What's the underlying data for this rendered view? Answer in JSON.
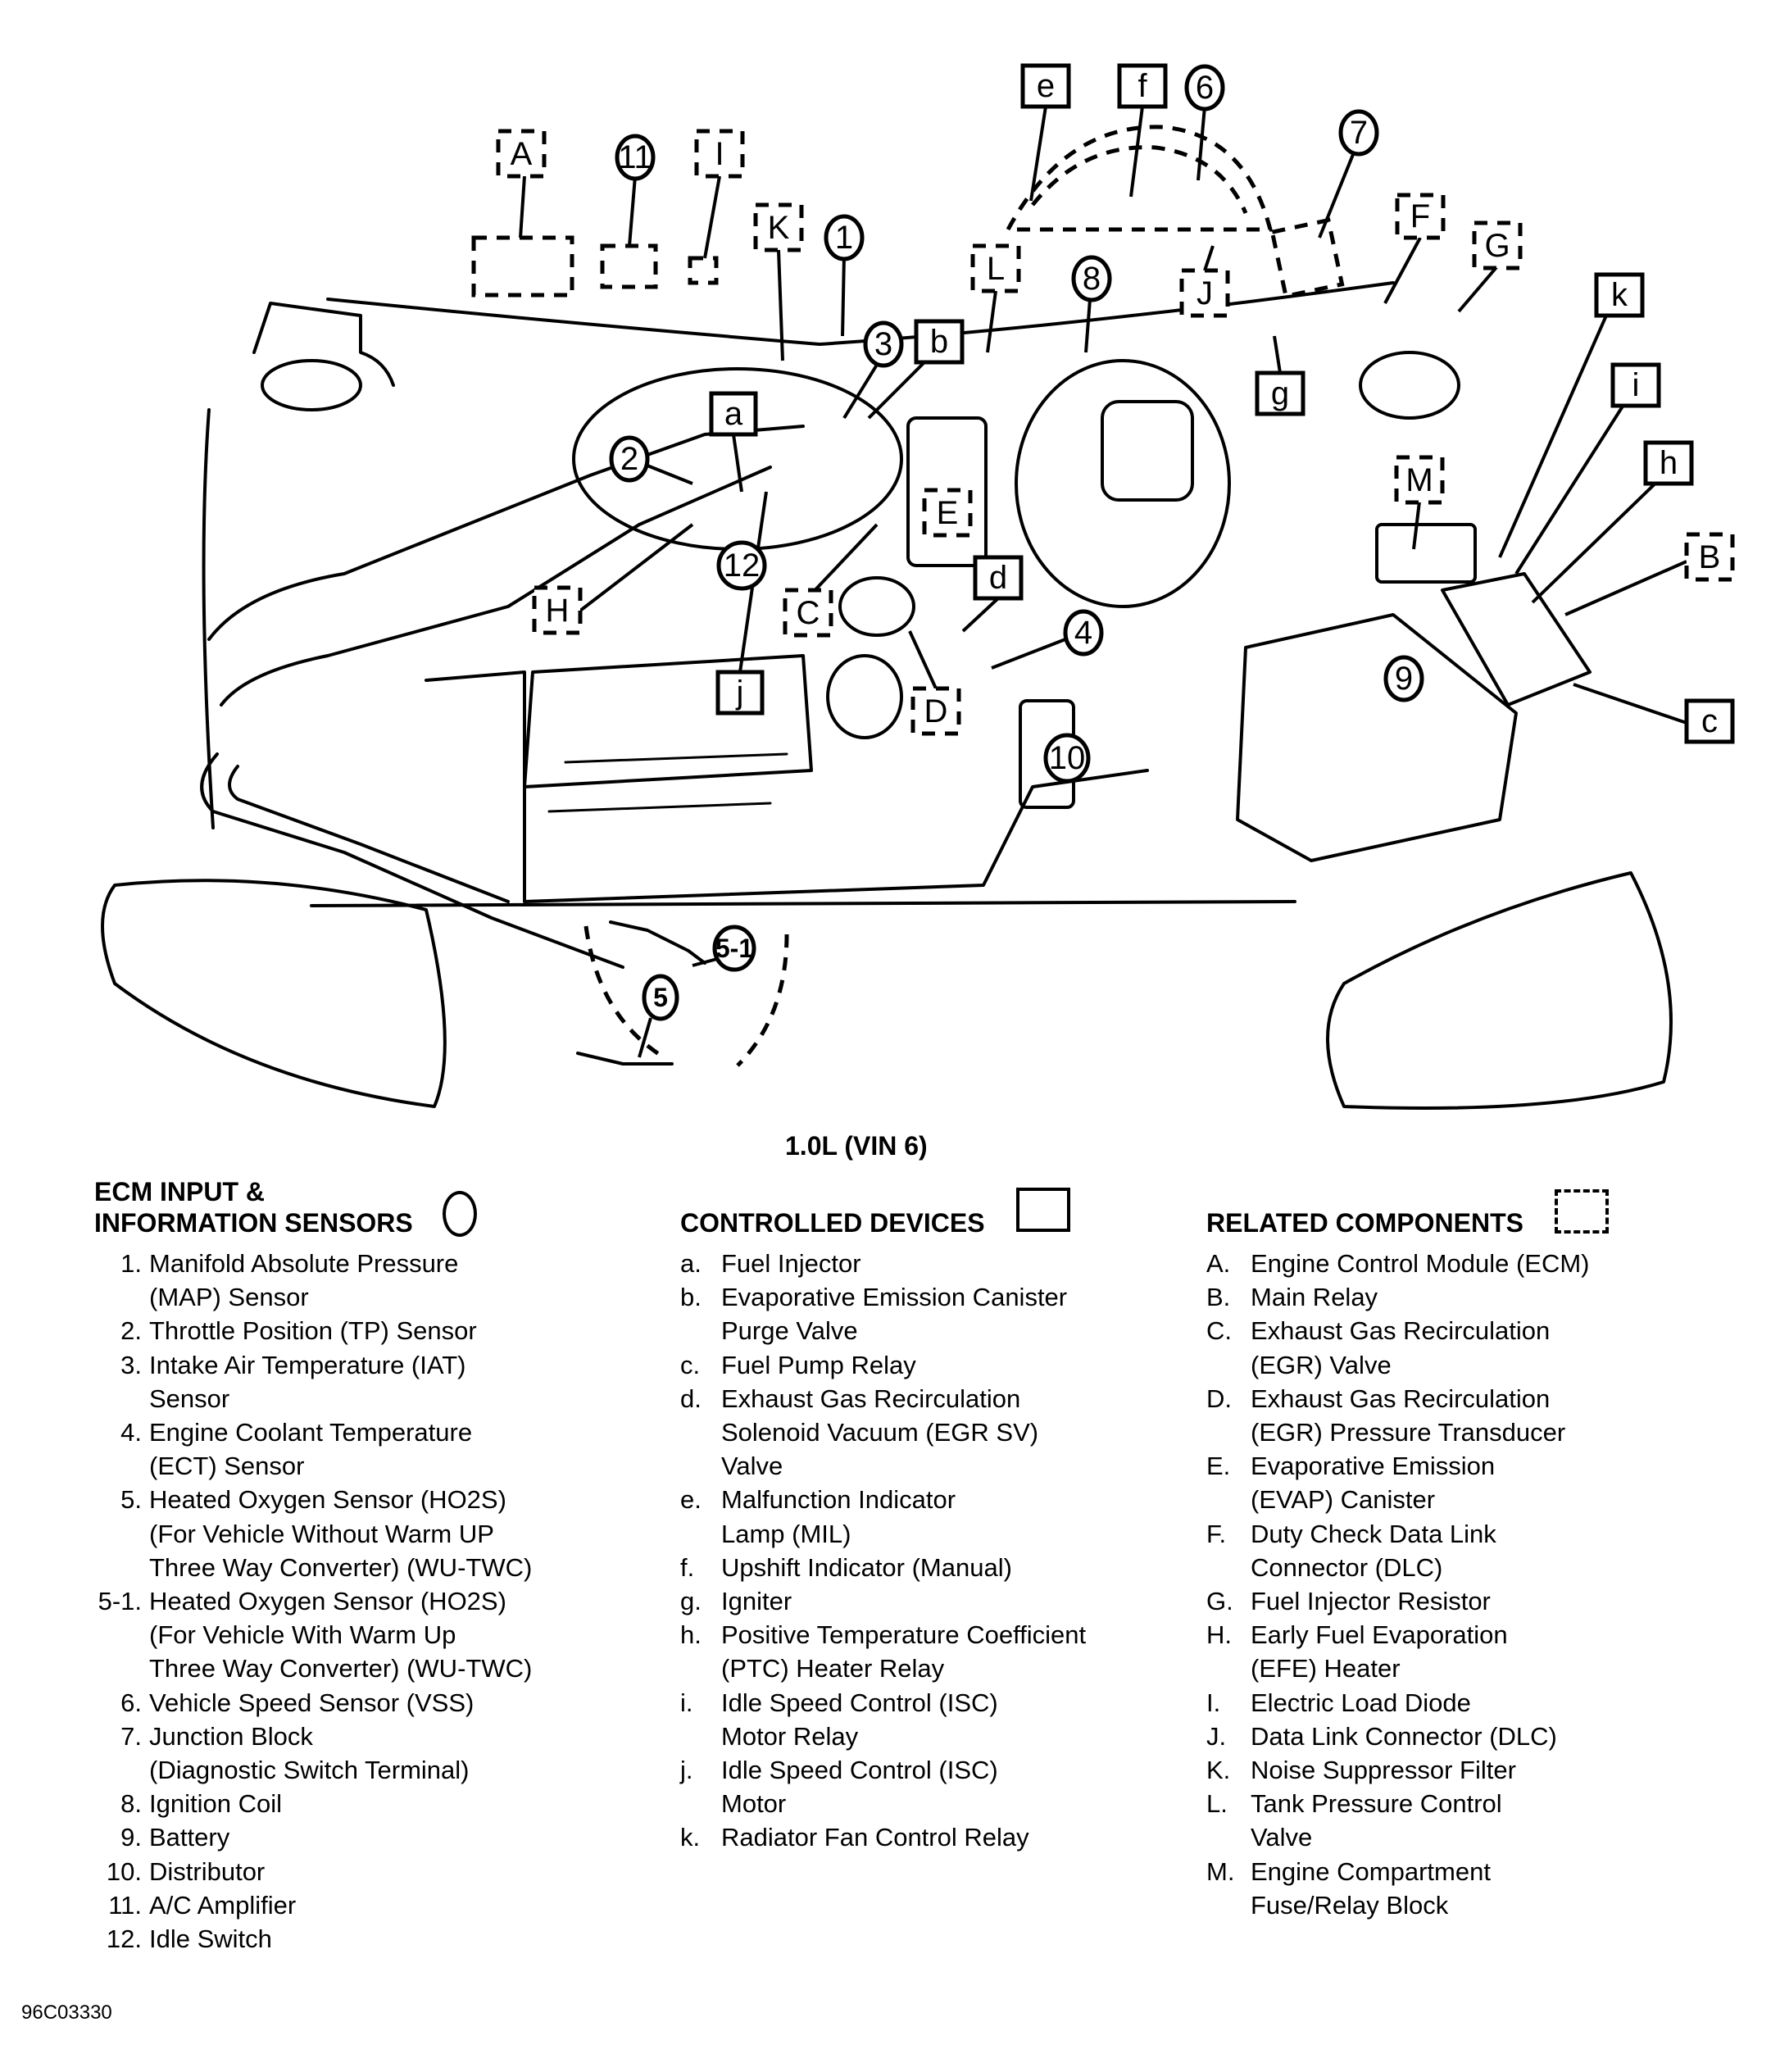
{
  "figure": {
    "caption": "1.0L (VIN 6)",
    "figure_id": "96C03330"
  },
  "callouts": {
    "sensors": [
      "1",
      "2",
      "3",
      "4",
      "5",
      "5-1",
      "6",
      "7",
      "8",
      "9",
      "10",
      "11",
      "12"
    ],
    "devices": [
      "a",
      "b",
      "c",
      "d",
      "e",
      "f",
      "g",
      "h",
      "i",
      "j",
      "k"
    ],
    "related": [
      "A",
      "B",
      "C",
      "D",
      "E",
      "F",
      "G",
      "H",
      "I",
      "J",
      "K",
      "L",
      "M"
    ]
  },
  "legend": {
    "sensors": {
      "heading_line1": "ECM INPUT &",
      "heading_line2": "INFORMATION SENSORS",
      "symbol": "circle",
      "items": [
        {
          "key": "1.",
          "lines": [
            "Manifold Absolute Pressure",
            "(MAP) Sensor"
          ]
        },
        {
          "key": "2.",
          "lines": [
            "Throttle Position (TP) Sensor"
          ]
        },
        {
          "key": "3.",
          "lines": [
            "Intake Air Temperature (IAT)",
            "Sensor"
          ]
        },
        {
          "key": "4.",
          "lines": [
            "Engine Coolant Temperature",
            "(ECT) Sensor"
          ]
        },
        {
          "key": "5.",
          "lines": [
            "Heated Oxygen Sensor (HO2S)",
            "(For Vehicle Without Warm UP",
            "Three Way Converter) (WU-TWC)"
          ]
        },
        {
          "key": "5-1.",
          "lines": [
            "Heated Oxygen Sensor (HO2S)",
            "(For Vehicle With Warm Up",
            "Three Way Converter) (WU-TWC)"
          ]
        },
        {
          "key": "6.",
          "lines": [
            "Vehicle Speed Sensor (VSS)"
          ]
        },
        {
          "key": "7.",
          "lines": [
            "Junction Block",
            "(Diagnostic Switch Terminal)"
          ]
        },
        {
          "key": "8.",
          "lines": [
            "Ignition Coil"
          ]
        },
        {
          "key": "9.",
          "lines": [
            "Battery"
          ]
        },
        {
          "key": "10.",
          "lines": [
            "Distributor"
          ]
        },
        {
          "key": "11.",
          "lines": [
            "A/C Amplifier"
          ]
        },
        {
          "key": "12.",
          "lines": [
            "Idle Switch"
          ]
        }
      ]
    },
    "devices": {
      "heading": "CONTROLLED DEVICES",
      "symbol": "solid-box",
      "items": [
        {
          "key": "a.",
          "lines": [
            "Fuel Injector"
          ]
        },
        {
          "key": "b.",
          "lines": [
            "Evaporative Emission Canister",
            "Purge Valve"
          ]
        },
        {
          "key": "c.",
          "lines": [
            "Fuel Pump Relay"
          ]
        },
        {
          "key": "d.",
          "lines": [
            "Exhaust Gas Recirculation",
            "Solenoid Vacuum (EGR SV)",
            "Valve"
          ]
        },
        {
          "key": "e.",
          "lines": [
            "Malfunction Indicator",
            "Lamp (MIL)"
          ]
        },
        {
          "key": "f.",
          "lines": [
            "Upshift Indicator (Manual)"
          ]
        },
        {
          "key": "g.",
          "lines": [
            "Igniter"
          ]
        },
        {
          "key": "h.",
          "lines": [
            "Positive Temperature Coefficient",
            "(PTC) Heater Relay"
          ]
        },
        {
          "key": "i.",
          "lines": [
            "Idle Speed Control (ISC)",
            "Motor Relay"
          ]
        },
        {
          "key": "j.",
          "lines": [
            "Idle Speed Control (ISC)",
            "Motor"
          ]
        },
        {
          "key": "k.",
          "lines": [
            "Radiator Fan Control Relay"
          ]
        }
      ]
    },
    "related": {
      "heading": "RELATED COMPONENTS",
      "symbol": "dashed-box",
      "items": [
        {
          "key": "A.",
          "lines": [
            "Engine Control Module (ECM)"
          ]
        },
        {
          "key": "B.",
          "lines": [
            "Main Relay"
          ]
        },
        {
          "key": "C.",
          "lines": [
            "Exhaust Gas Recirculation",
            "(EGR) Valve"
          ]
        },
        {
          "key": "D.",
          "lines": [
            "Exhaust Gas Recirculation",
            "(EGR) Pressure Transducer"
          ]
        },
        {
          "key": "E.",
          "lines": [
            "Evaporative Emission",
            "(EVAP) Canister"
          ]
        },
        {
          "key": "F.",
          "lines": [
            "Duty Check Data Link",
            "Connector (DLC)"
          ]
        },
        {
          "key": "G.",
          "lines": [
            "Fuel Injector Resistor"
          ]
        },
        {
          "key": "H.",
          "lines": [
            "Early Fuel Evaporation",
            "(EFE) Heater"
          ]
        },
        {
          "key": "I.",
          "lines": [
            "Electric Load Diode"
          ]
        },
        {
          "key": "J.",
          "lines": [
            "Data Link Connector (DLC)"
          ]
        },
        {
          "key": "K.",
          "lines": [
            "Noise Suppressor Filter"
          ]
        },
        {
          "key": "L.",
          "lines": [
            "Tank Pressure Control",
            "Valve"
          ]
        },
        {
          "key": "M.",
          "lines": [
            "Engine Compartment",
            "Fuse/Relay Block"
          ]
        }
      ]
    }
  }
}
